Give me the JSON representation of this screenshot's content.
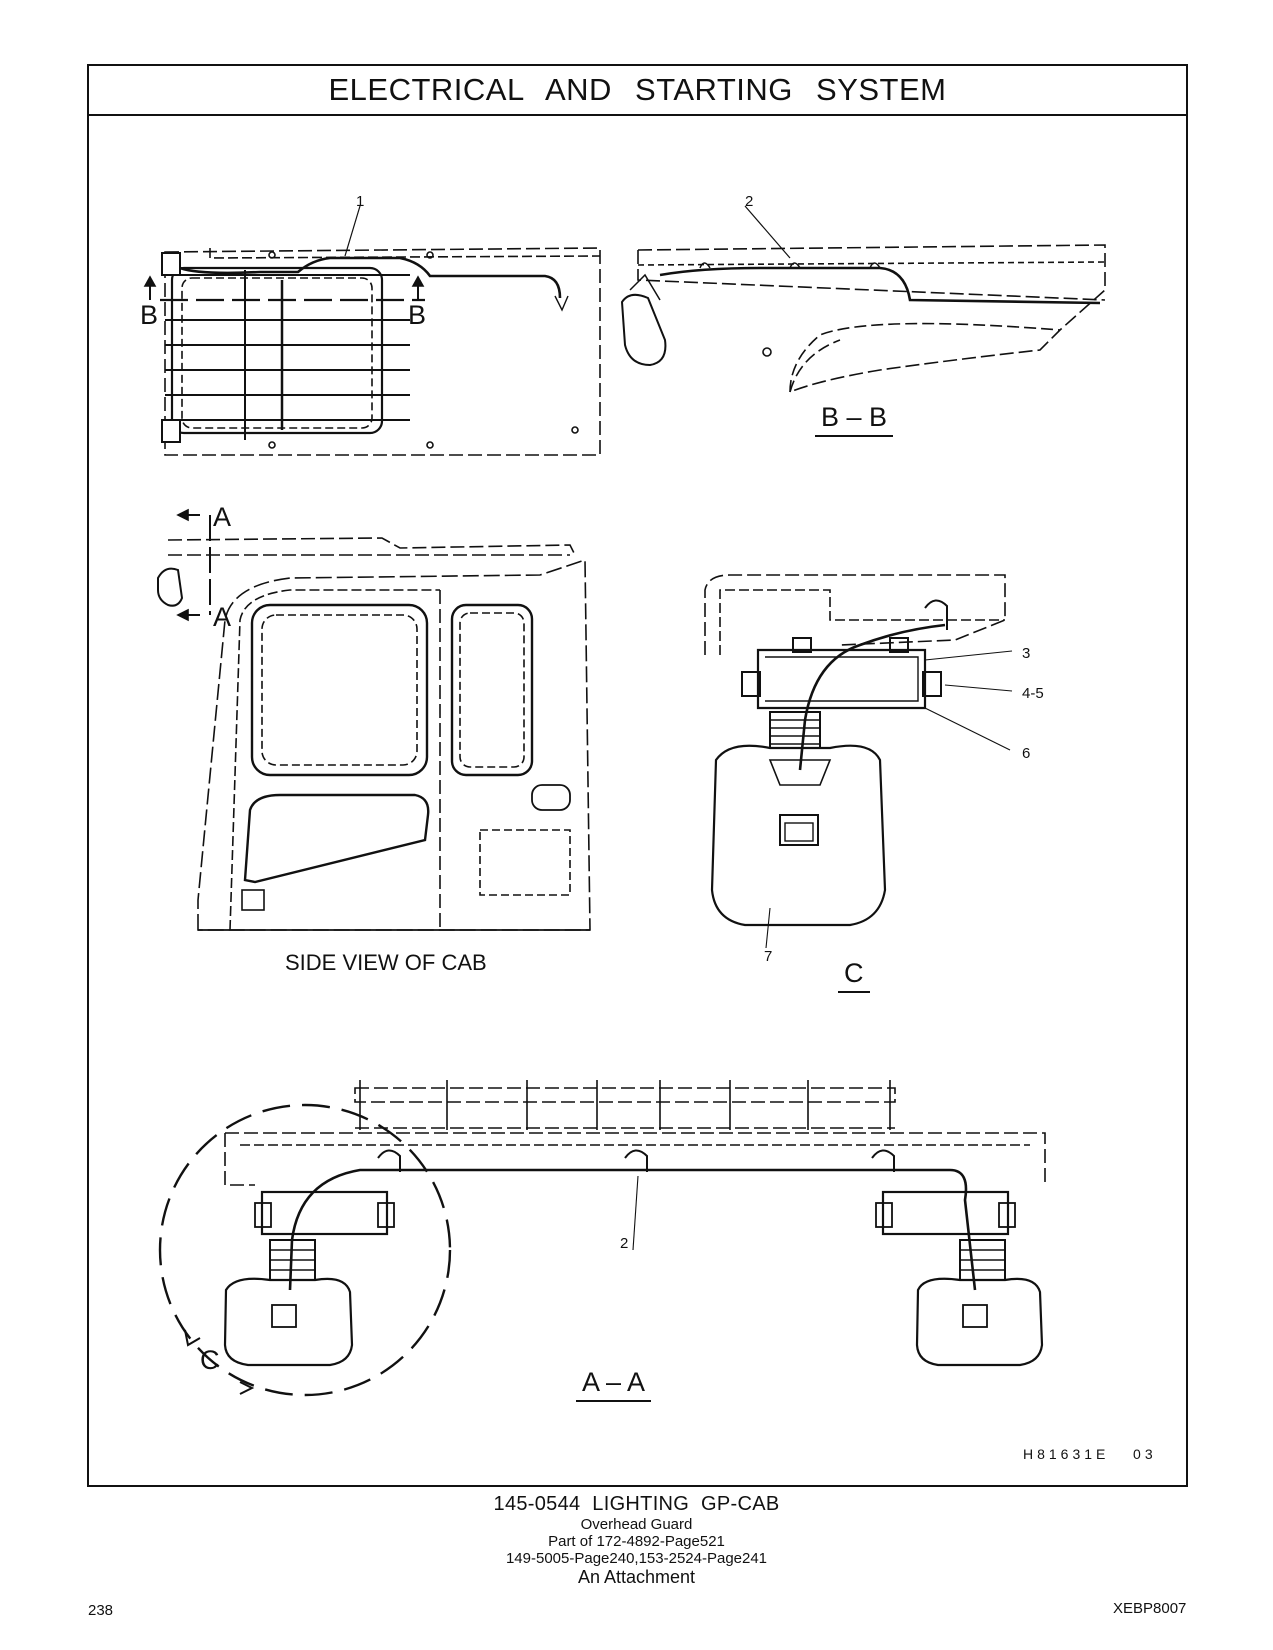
{
  "header": {
    "title": "ELECTRICAL AND STARTING SYSTEM"
  },
  "views": {
    "top": {
      "section_left": "B",
      "section_right": "B",
      "callout": "1"
    },
    "bb": {
      "callout": "2",
      "label": "B – B"
    },
    "side": {
      "marker_top": "A",
      "marker_bottom": "A",
      "label": "SIDE VIEW OF CAB"
    },
    "c": {
      "callouts": [
        "3",
        "4-5",
        "6",
        "7"
      ],
      "label": "C"
    },
    "aa": {
      "callout": "2",
      "detail": "C",
      "label": "A – A"
    }
  },
  "drawing_code": "H81631E   03",
  "caption": {
    "main": "145‑0544  LIGHTING  GP‑CAB",
    "line1": "Overhead  Guard",
    "line2": "Part of 172‑4892‑Page521",
    "line3": "149‑5005‑Page240,153‑2524‑Page241",
    "line4": "An Attachment"
  },
  "footer": {
    "page_number": "238",
    "doc_id": "XEBP8007"
  }
}
